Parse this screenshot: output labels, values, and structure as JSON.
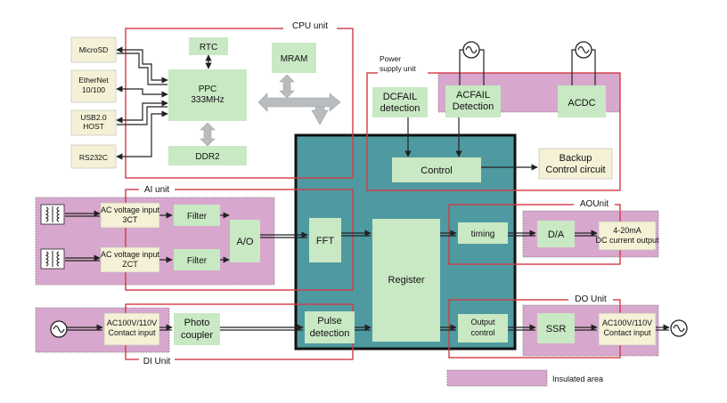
{
  "units": {
    "cpu": "CPU unit",
    "power": "Power supply unit",
    "ai": "AI unit",
    "ao": "AOUnit",
    "do": "DO Unit",
    "di": "DI Unit"
  },
  "blocks": {
    "microsd": "MicroSD",
    "ethernet": "EtherNet 10/100",
    "usb": "USB2.0 HOST",
    "rs232c": "RS232C",
    "rtc": "RTC",
    "ppc": "PPC 333MHz",
    "ddr2": "DDR2",
    "mram": "MRAM",
    "dcfail": "DCFAIL detection",
    "acfail": "ACFAIL Detection",
    "acdc": "ACDC",
    "control": "Control",
    "backup": "Backup Control circuit",
    "ac_input_3ct": "AC voltage input 3CT",
    "ac_input_zct": "AC voltage input ZCT",
    "filter1": "Filter",
    "filter2": "Filter",
    "ad": "A/O",
    "fft": "FFT",
    "register": "Register",
    "timing": "timing",
    "da": "D/A",
    "current_out": "4-20mA DC current output",
    "contact_in": "AC100V/110V Contact input",
    "photo": "Photo coupler",
    "pulse": "Pulse detection",
    "output_control": "Output control",
    "ssr": "SSR",
    "contact_out": "AC100V/110V Contact input"
  },
  "legend": {
    "insulated": "Insulated area"
  },
  "colors": {
    "block": "#c9e8c4",
    "io": "#f4f1d6",
    "insulated": "#d8a7cd",
    "core": "#4f9aa1",
    "unit_border": "#d33a45"
  }
}
